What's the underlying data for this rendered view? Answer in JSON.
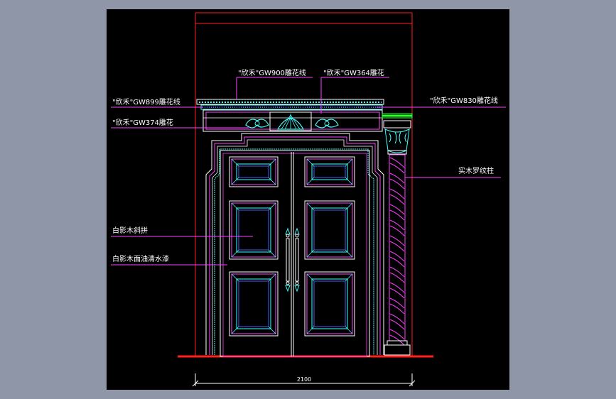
{
  "background_color": "#8e96a8",
  "canvas_color": "#000000",
  "colors": {
    "outline": "#ffffff",
    "red": "#ff2020",
    "magenta": "#ff40ff",
    "cyan": "#40ffff",
    "blue": "#4060ff",
    "green": "#30ff30",
    "yellow": "#ffff40",
    "text": "#ffffff"
  },
  "labels": {
    "gw900": "\"欣禾\"GW900雕花线",
    "gw364": "\"欣禾\"GW364雕花",
    "gw899": "\"欣禾\"GW899雕花线",
    "gw830": "\"欣禾\"GW830雕花线",
    "gw374": "\"欣禾\"GW374雕花",
    "column": "实木罗纹柱",
    "panel": "白影木斜拼",
    "finish": "白影木面油清水漆"
  },
  "dimension": {
    "width_label": "2100"
  }
}
